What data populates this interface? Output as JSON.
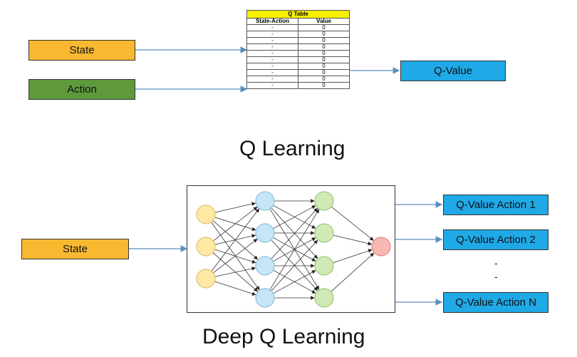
{
  "q_learning": {
    "state_label": "State",
    "action_label": "Action",
    "output_label": "Q-Value",
    "title": "Q Learning",
    "table": {
      "header": "Q Table",
      "columns": [
        "State-Action",
        "Value"
      ],
      "rows": [
        [
          "-",
          "0"
        ],
        [
          "-",
          "0"
        ],
        [
          "-",
          "0"
        ],
        [
          "-",
          "0"
        ],
        [
          "-",
          "0"
        ],
        [
          "-",
          "0"
        ],
        [
          "-",
          "0"
        ],
        [
          "-",
          "0"
        ],
        [
          "-",
          "0"
        ],
        [
          "-",
          "0"
        ]
      ]
    }
  },
  "deep_q_learning": {
    "state_label": "State",
    "title": "Deep Q Learning",
    "outputs": [
      "Q-Value Action 1",
      "Q-Value Action 2",
      "Q-Value Action N"
    ],
    "ellipsis": [
      "-",
      "-"
    ],
    "network": {
      "layers": [
        {
          "nodes": 3,
          "fill": "#fde8a6",
          "stroke": "#d9b85c"
        },
        {
          "nodes": 4,
          "fill": "#c6e6f7",
          "stroke": "#7fb5d3"
        },
        {
          "nodes": 4,
          "fill": "#cfeab4",
          "stroke": "#8fbf6a"
        },
        {
          "nodes": 1,
          "fill": "#f8b8b3",
          "stroke": "#d87a72"
        }
      ]
    }
  },
  "colors": {
    "state": "#f8b931",
    "action": "#5e9a3c",
    "q_value": "#1fa9e6",
    "table_header": "#f7f000",
    "arrow": "#5a8fc0"
  }
}
